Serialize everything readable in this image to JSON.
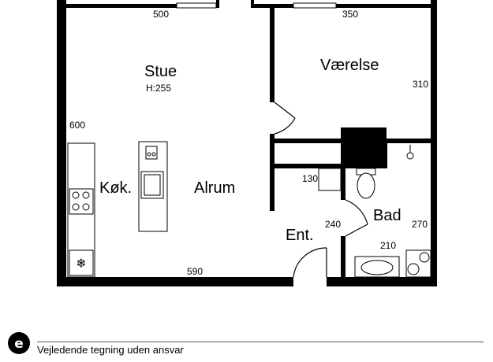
{
  "rooms": {
    "stue": "Stue",
    "stue_height": "H:255",
    "vaerelse": "Værelse",
    "kokken": "Køk.",
    "alrum": "Alrum",
    "entre": "Ent.",
    "bad": "Bad"
  },
  "dimensions": {
    "top_left": "500",
    "top_right": "350",
    "vaerelse_depth": "310",
    "left_depth": "600",
    "closet": "130",
    "entre": "240",
    "bad_depth": "270",
    "bad_width": "210",
    "bottom": "590"
  },
  "footer": {
    "disclaimer": "Vejledende tegning uden ansvar"
  }
}
